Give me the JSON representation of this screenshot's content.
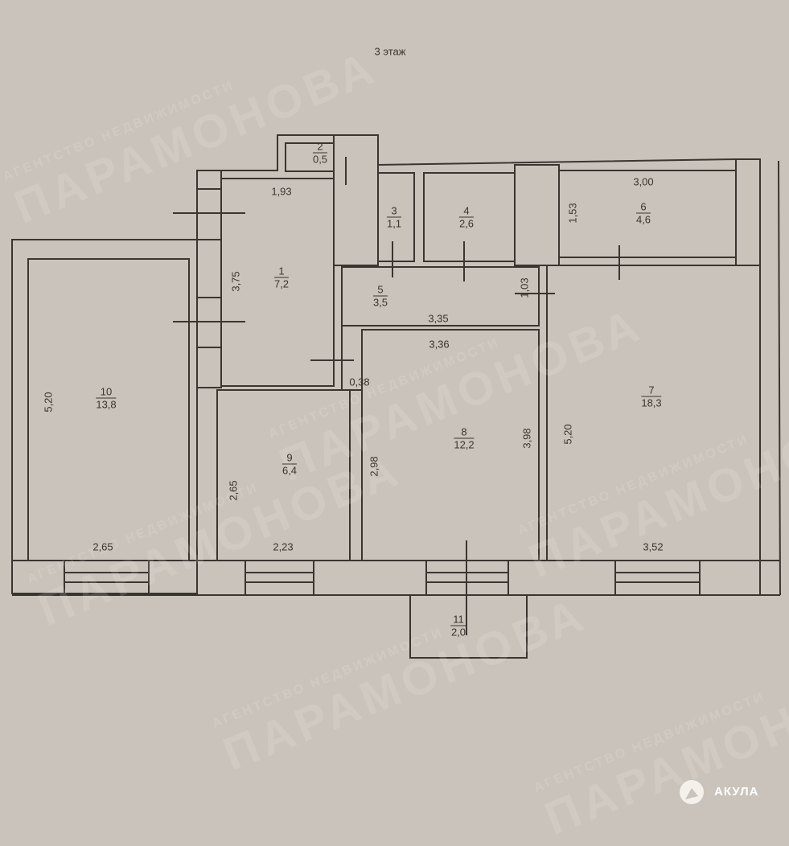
{
  "title": "3 этаж",
  "rooms": [
    {
      "num": "1",
      "area": "7,2"
    },
    {
      "num": "2",
      "area": "0,5"
    },
    {
      "num": "3",
      "area": "1,1"
    },
    {
      "num": "4",
      "area": "2,6"
    },
    {
      "num": "5",
      "area": "3,5"
    },
    {
      "num": "6",
      "area": "4,6"
    },
    {
      "num": "7",
      "area": "18,3"
    },
    {
      "num": "8",
      "area": "12,2"
    },
    {
      "num": "9",
      "area": "6,4"
    },
    {
      "num": "10",
      "area": "13,8"
    },
    {
      "num": "11",
      "area": "2,0"
    }
  ],
  "dims": {
    "d193": "1,93",
    "d375": "3,75",
    "d335": "3,35",
    "d336": "3,36",
    "d103": "1,03",
    "d038": "0,38",
    "d300": "3,00",
    "d153": "1,53",
    "d520a": "5,20",
    "d520b": "5,20",
    "d265a": "2,65",
    "d265b": "2,65",
    "d223": "2,23",
    "d298": "2,98",
    "d398": "3,98",
    "d352": "3,52"
  },
  "watermark": {
    "name": "ПАРАМОНОВА",
    "sub": "АГЕНТСТВО НЕДВИЖИМОСТИ"
  },
  "logo": {
    "text": "АКУЛА"
  }
}
